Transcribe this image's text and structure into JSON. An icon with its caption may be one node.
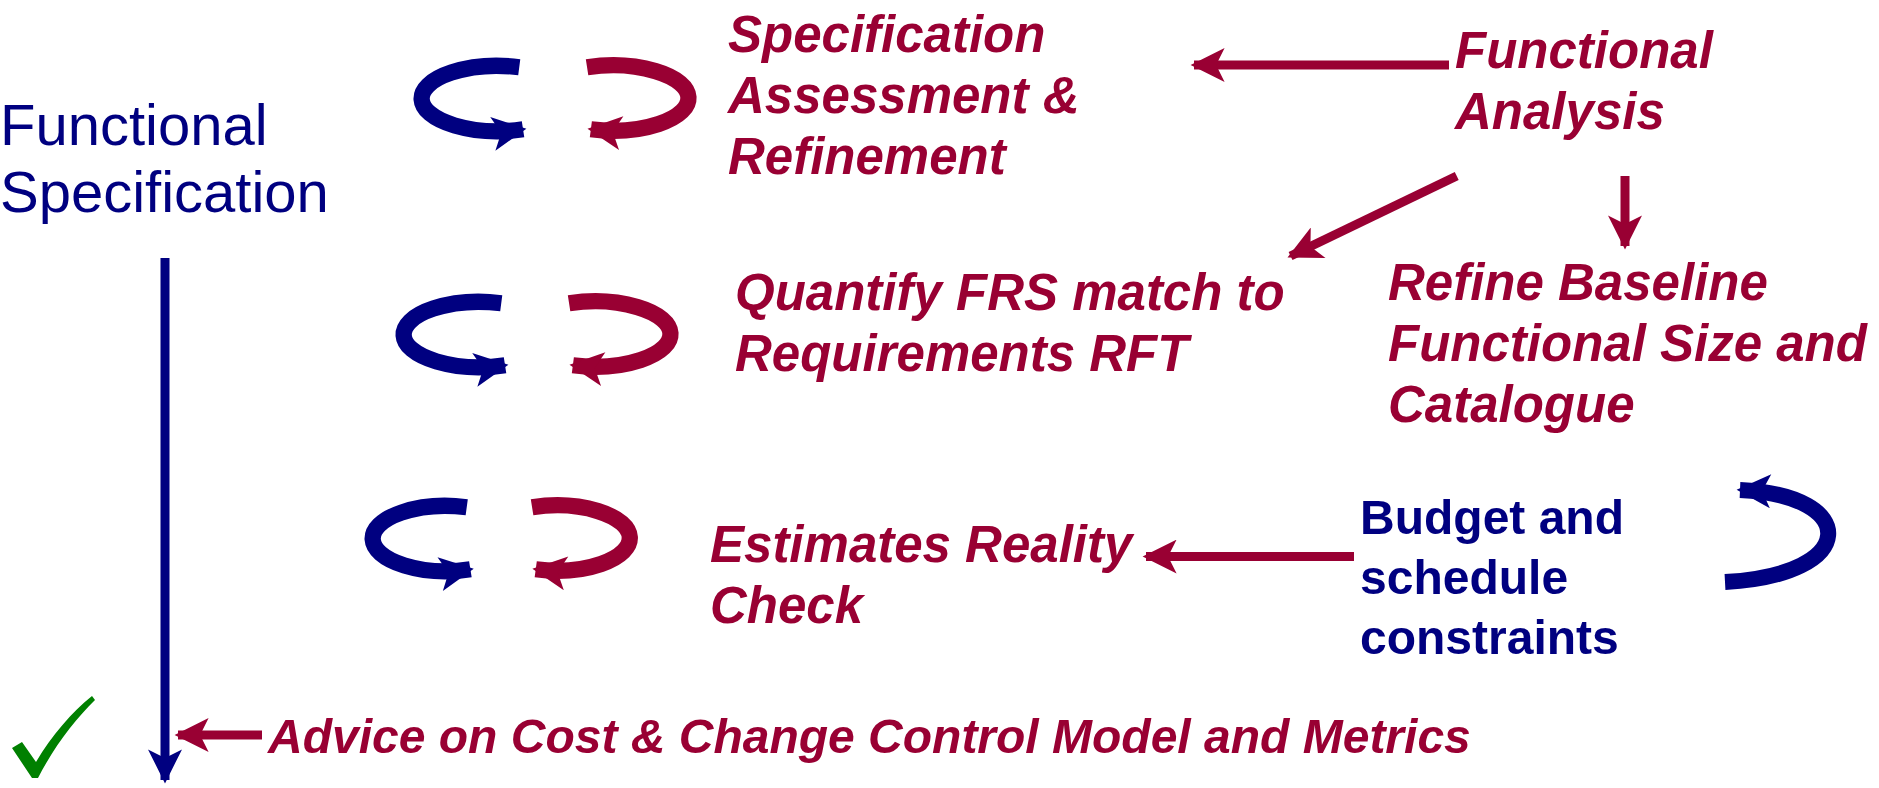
{
  "diagram": {
    "nodes": [
      {
        "text": [
          "Functional Specification"
        ]
      },
      {
        "text": [
          "Specification Assessment & Refinement"
        ]
      },
      {
        "text": [
          "Functional Analysis"
        ]
      },
      {
        "text": [
          "Quantify FRS match to Requirements RFT"
        ]
      },
      {
        "text": [
          "Refine Baseline Functional Size and Catalogue"
        ]
      },
      {
        "text": [
          "Budget and schedule constraints"
        ]
      },
      {
        "text": [
          "Estimates Reality Check"
        ]
      },
      {
        "text": [
          "Advice on Cost & Change Control Model and Metrics"
        ]
      }
    ],
    "edges": [
      {
        "from": 2,
        "to": 1,
        "arrow": "to"
      },
      {
        "from": 2,
        "to": 3,
        "arrow": "to"
      },
      {
        "from": 2,
        "to": 4,
        "arrow": "to"
      },
      {
        "from": 5,
        "to": 6,
        "arrow": "to"
      },
      {
        "from": 0,
        "to": null,
        "arrow": "to",
        "color": "#000080"
      },
      {
        "from": 7,
        "to": null,
        "arrow": "to"
      }
    ]
  }
}
